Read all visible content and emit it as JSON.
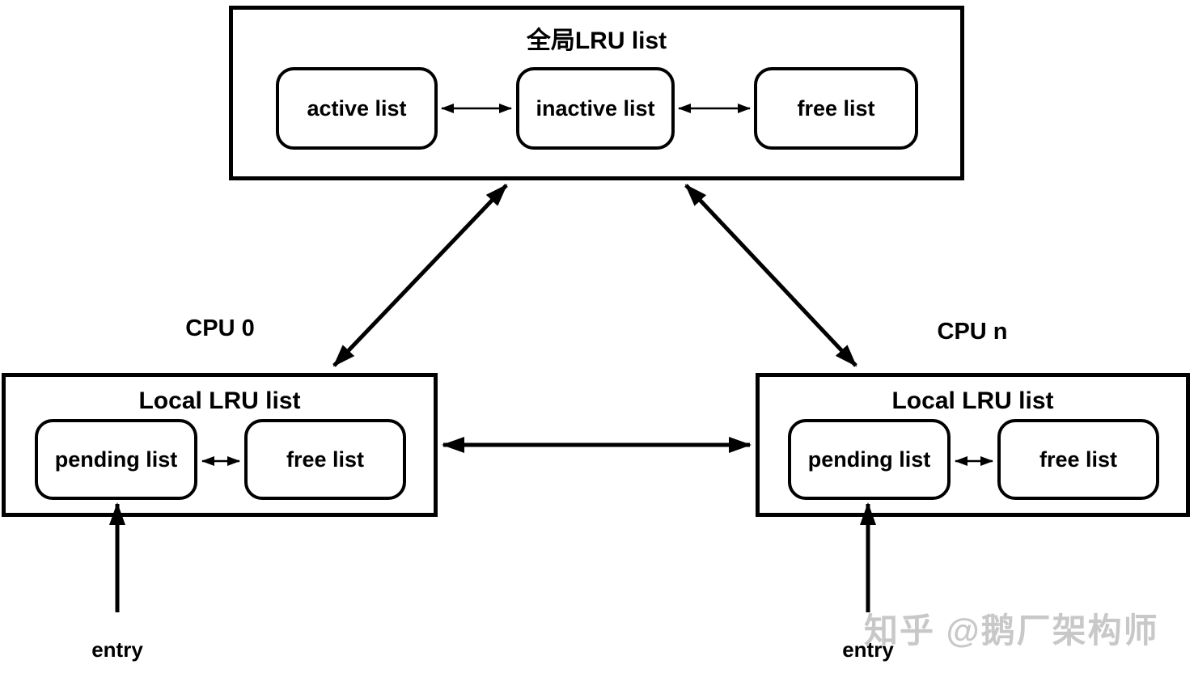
{
  "diagram": {
    "global_box": {
      "title": "全局LRU list",
      "nodes": [
        {
          "label": "active list"
        },
        {
          "label": "inactive list"
        },
        {
          "label": "free list"
        }
      ]
    },
    "cpu0": {
      "label": "CPU 0",
      "box_title": "Local LRU list",
      "nodes": [
        {
          "label": "pending list"
        },
        {
          "label": "free list"
        }
      ],
      "entry_label": "entry"
    },
    "cpun": {
      "label": "CPU n",
      "box_title": "Local LRU list",
      "nodes": [
        {
          "label": "pending list"
        },
        {
          "label": "free list"
        }
      ],
      "entry_label": "entry"
    },
    "watermark": "知乎 @鹅厂架构师",
    "colors": {
      "line": "#000000",
      "background": "#ffffff",
      "watermark": "#c8c8c8"
    }
  }
}
